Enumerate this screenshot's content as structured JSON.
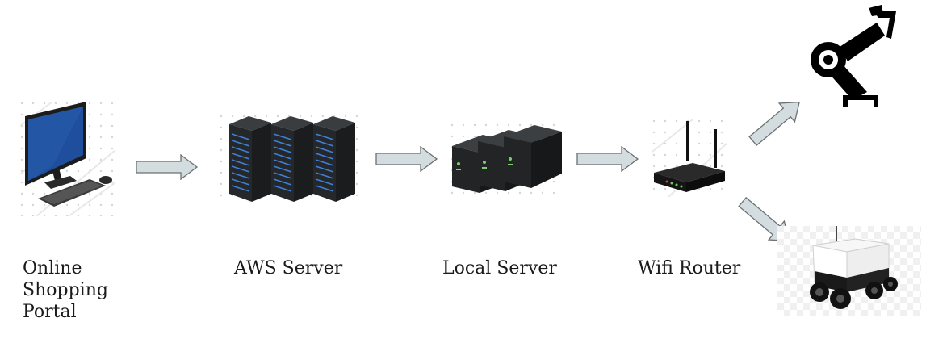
{
  "nodes": [
    {
      "id": "portal",
      "icon": "desktop-computer-icon",
      "label_lines": [
        "Online",
        "Shopping",
        "Portal"
      ]
    },
    {
      "id": "aws",
      "icon": "server-rack-icon",
      "label_lines": [
        "AWS Server"
      ]
    },
    {
      "id": "local",
      "icon": "local-server-icon",
      "label_lines": [
        "Local Server"
      ]
    },
    {
      "id": "router",
      "icon": "wifi-router-icon",
      "label_lines": [
        "Wifi Router"
      ]
    },
    {
      "id": "arm",
      "icon": "robot-arm-icon",
      "label_lines": []
    },
    {
      "id": "robot",
      "icon": "delivery-robot-icon",
      "label_lines": []
    }
  ],
  "edges": [
    {
      "from": "portal",
      "to": "aws"
    },
    {
      "from": "aws",
      "to": "local"
    },
    {
      "from": "local",
      "to": "router"
    },
    {
      "from": "router",
      "to": "arm"
    },
    {
      "from": "router",
      "to": "robot"
    }
  ],
  "colors": {
    "arrow_fill": "#d3dcdf",
    "arrow_stroke": "#6b7072",
    "monitor_screen": "#1f4e9c",
    "server_body": "#2b2e30",
    "server_led": "#3f7fd8",
    "robot_body": "#ffffff",
    "robot_dark": "#111111"
  }
}
